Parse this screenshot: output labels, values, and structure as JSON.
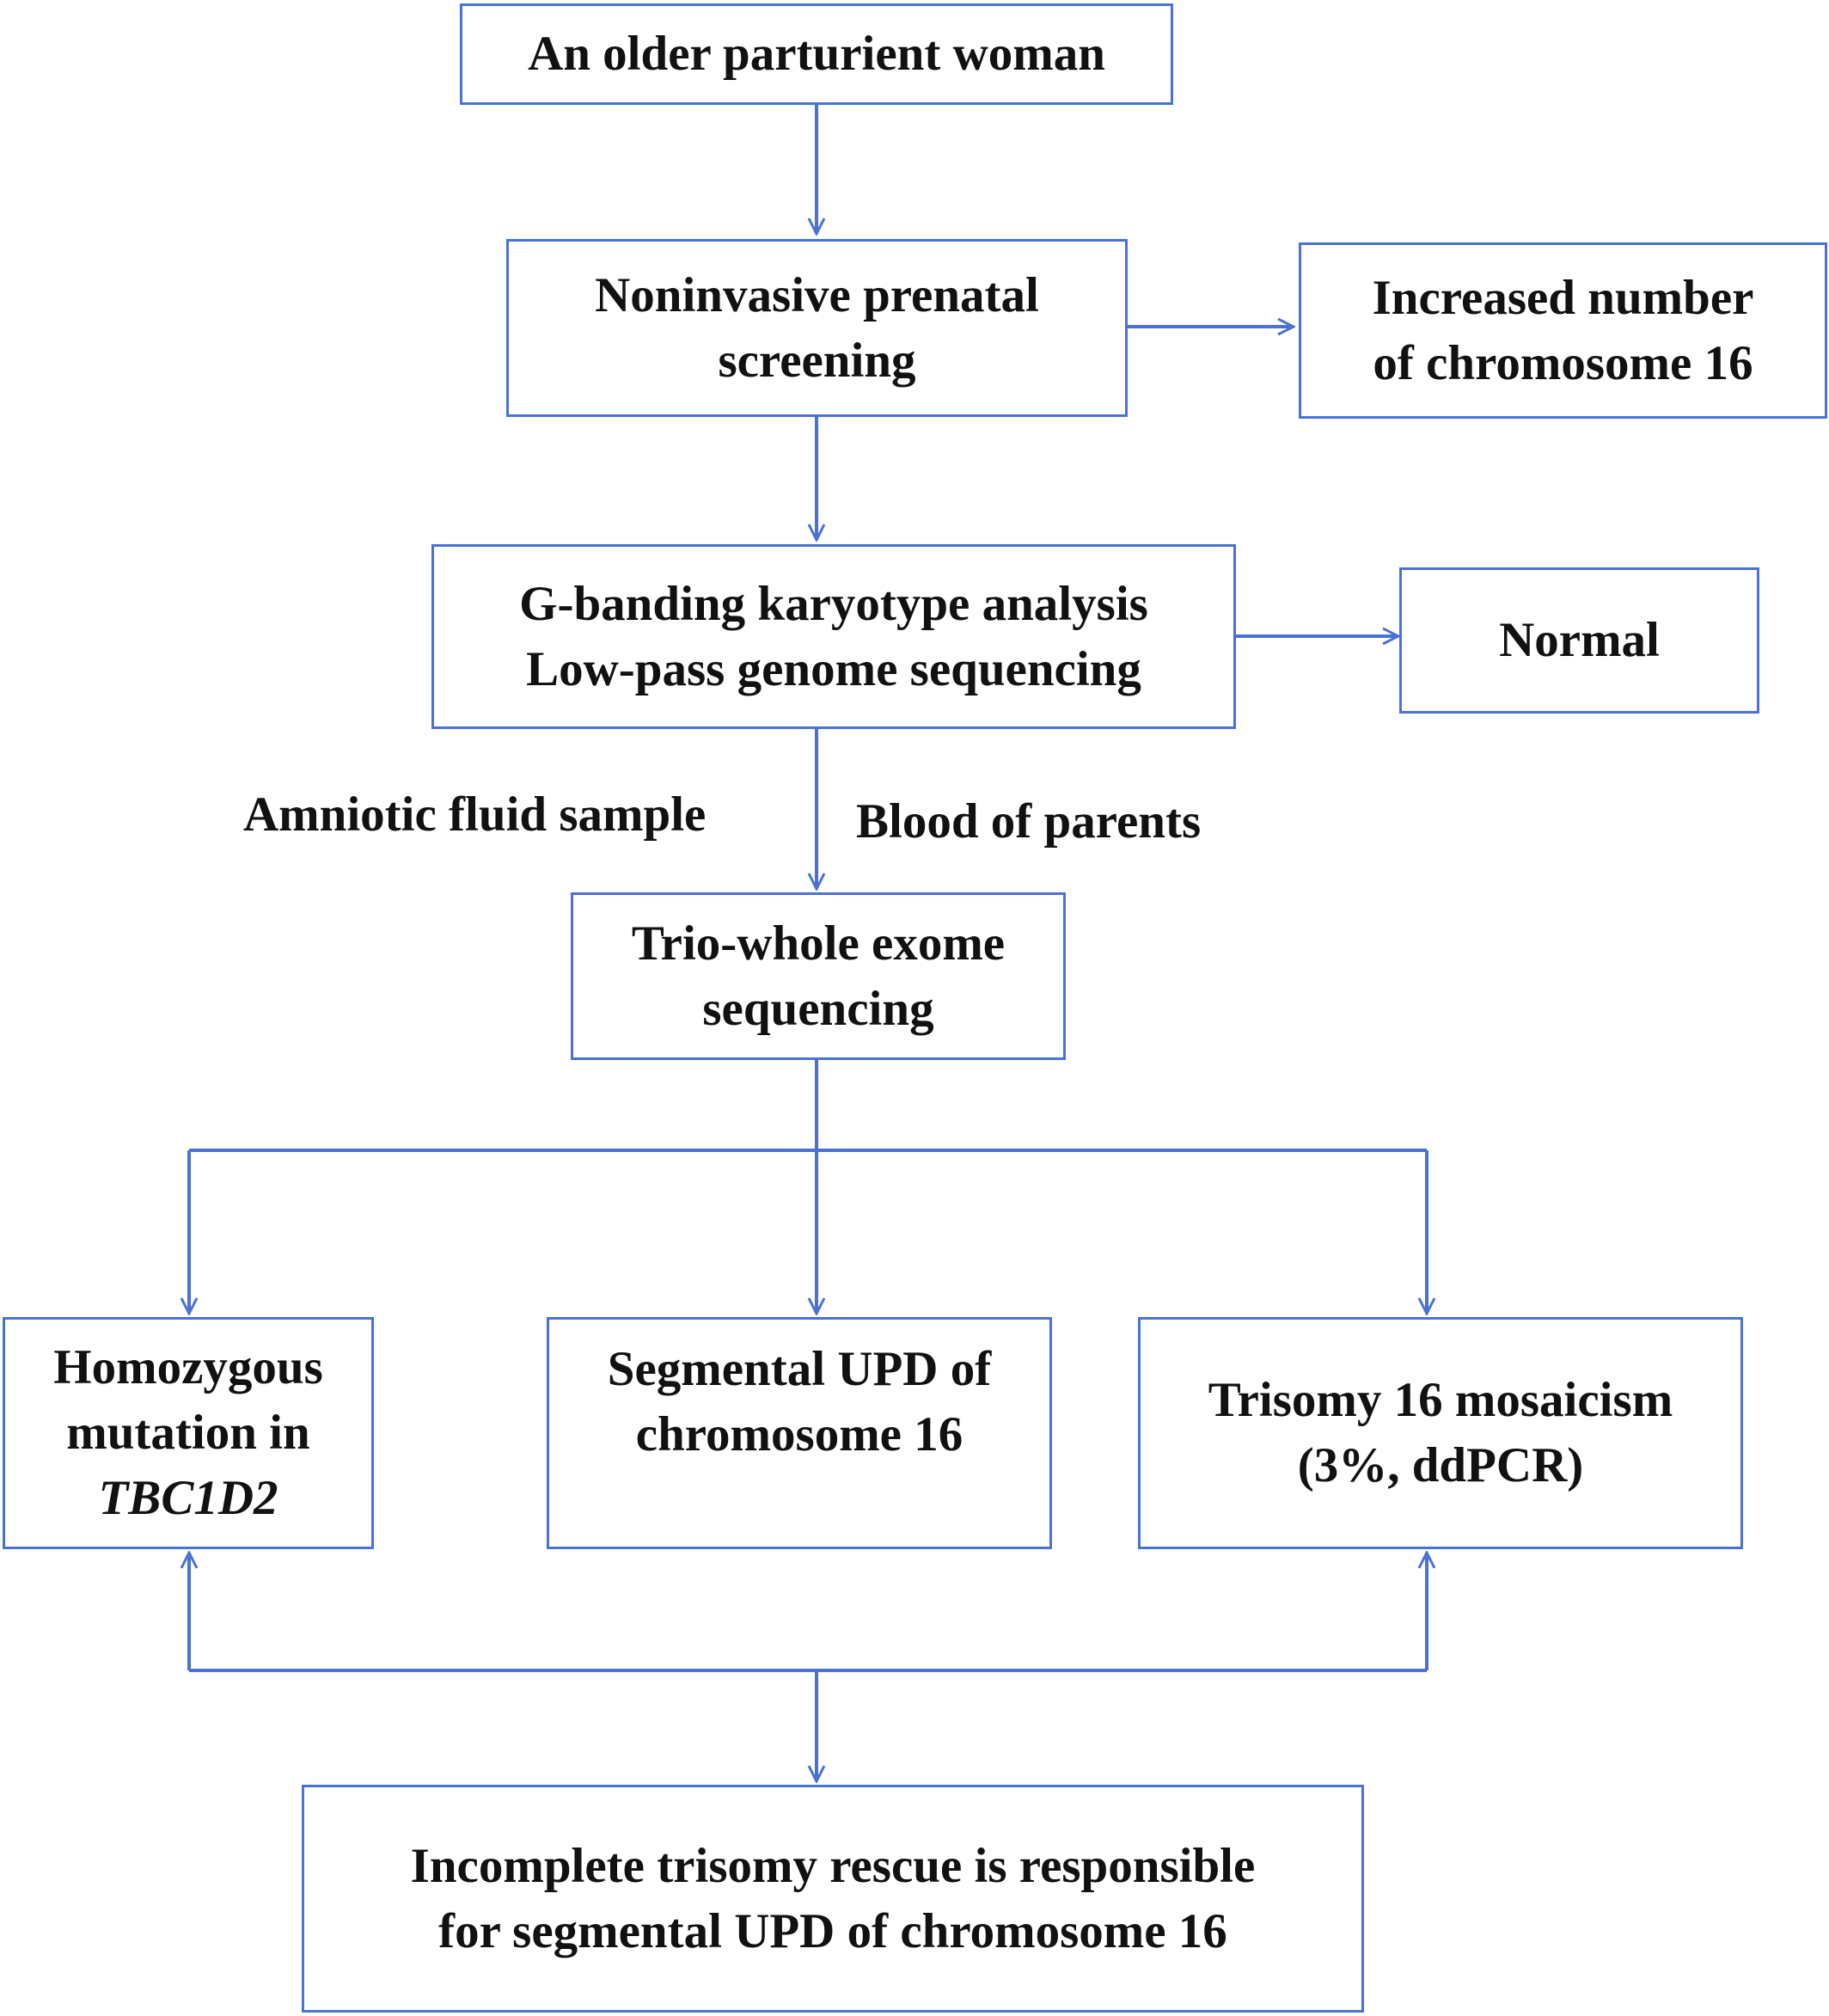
{
  "colors": {
    "stroke": "#4a72d6",
    "text": "#111111",
    "background": "#ffffff"
  },
  "nodes": {
    "woman": {
      "lines": [
        "An older parturient woman"
      ]
    },
    "nips": {
      "lines": [
        "Noninvasive prenatal",
        "screening"
      ]
    },
    "increased": {
      "lines": [
        "Increased number",
        "of chromosome 16"
      ]
    },
    "karyotype": {
      "lines": [
        "G-banding karyotype analysis",
        "Low-pass genome sequencing"
      ]
    },
    "normal": {
      "lines": [
        "Normal"
      ]
    },
    "trio": {
      "lines": [
        "Trio-whole exome",
        "sequencing"
      ]
    },
    "homozygous": {
      "lines": [
        "Homozygous",
        "mutation in",
        "TBC1D2"
      ]
    },
    "upd": {
      "lines": [
        "Segmental UPD of",
        "chromosome 16"
      ]
    },
    "trisomy": {
      "lines": [
        "Trisomy 16 mosaicism",
        "(3%, ddPCR)"
      ]
    },
    "conclusion": {
      "lines": [
        "Incomplete trisomy rescue is responsible",
        "for segmental UPD of chromosome 16"
      ]
    }
  },
  "edge_labels": {
    "amniotic": "Amniotic fluid sample",
    "blood": "Blood of parents"
  }
}
